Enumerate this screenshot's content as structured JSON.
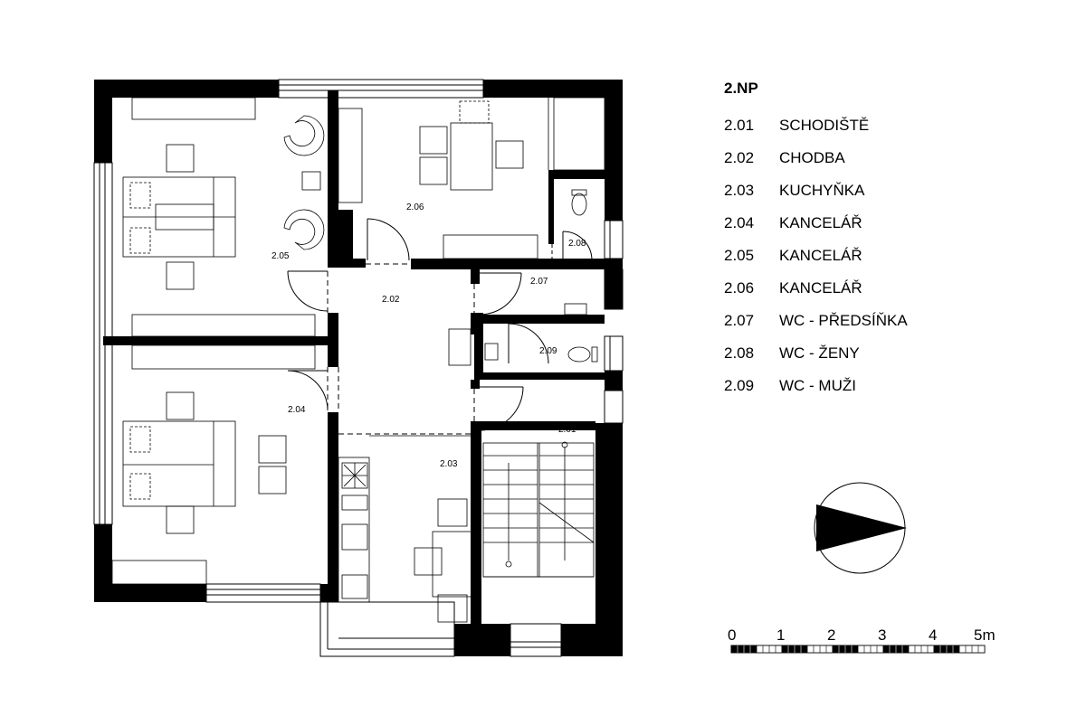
{
  "legend": {
    "title": "2.NP",
    "rooms": [
      {
        "number": "2.01",
        "name": "SCHODIŠTĚ"
      },
      {
        "number": "2.02",
        "name": "CHODBA"
      },
      {
        "number": "2.03",
        "name": "KUCHYŇKA"
      },
      {
        "number": "2.04",
        "name": "KANCELÁŘ"
      },
      {
        "number": "2.05",
        "name": "KANCELÁŘ"
      },
      {
        "number": "2.06",
        "name": "KANCELÁŘ"
      },
      {
        "number": "2.07",
        "name": "WC - PŘEDSÍŇKA"
      },
      {
        "number": "2.08",
        "name": "WC - ŽENY"
      },
      {
        "number": "2.09",
        "name": "WC - MUŽI"
      }
    ]
  },
  "plan": {
    "room_tags": {
      "r201": "2.01",
      "r202": "2.02",
      "r203": "2.03",
      "r204": "2.04",
      "r205": "2.05",
      "r206": "2.06",
      "r207": "2.07",
      "r208": "2.08",
      "r209": "2.09"
    }
  },
  "scale_bar": {
    "labels": [
      "0",
      "1",
      "2",
      "3",
      "4",
      "5m"
    ]
  },
  "colors": {
    "wall": "#000000",
    "line": "#000000",
    "background": "#ffffff"
  }
}
